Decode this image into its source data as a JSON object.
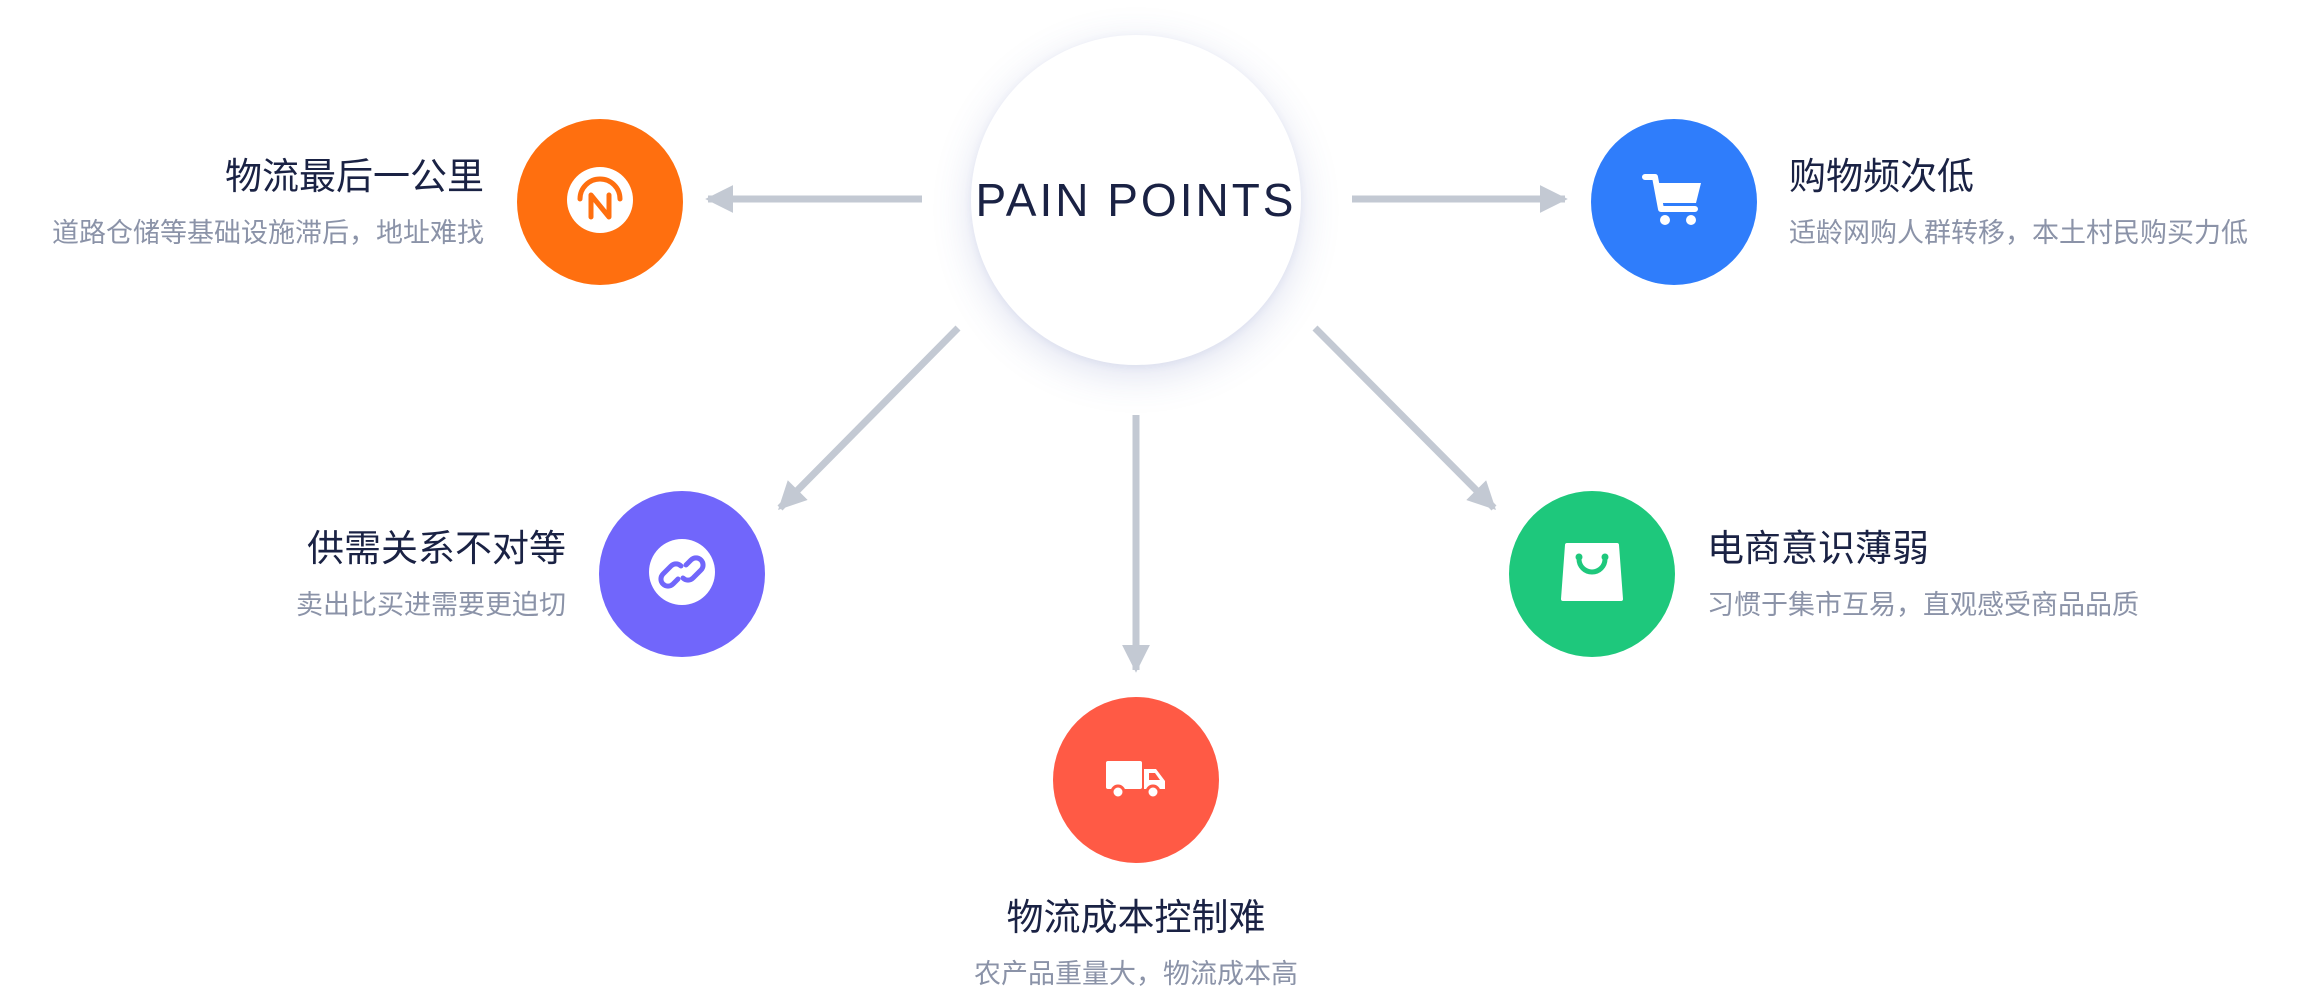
{
  "center": {
    "title": "PAIN POINTS"
  },
  "points": [
    {
      "key": "last-mile",
      "title": "物流最后一公里",
      "desc": "道路仓储等基础设施滞后，地址难找",
      "color": "#ff6f0f",
      "icon": "navigation-n-icon"
    },
    {
      "key": "shopping",
      "title": "购物频次低",
      "desc": "适龄网购人群转移，本土村民购买力低",
      "color": "#2f7dfb",
      "icon": "shopping-cart-icon"
    },
    {
      "key": "supply-demand",
      "title": "供需关系不对等",
      "desc": "卖出比买进需要更迫切",
      "color": "#7166fb",
      "icon": "link-icon"
    },
    {
      "key": "ecommerce",
      "title": "电商意识薄弱",
      "desc": "习惯于集市互易，直观感受商品品质",
      "color": "#1ec87c",
      "icon": "shopping-bag-icon"
    },
    {
      "key": "logistics-cost",
      "title": "物流成本控制难",
      "desc": "农产品重量大，物流成本高",
      "color": "#ff5a45",
      "icon": "truck-icon"
    }
  ],
  "arrow_color": "#c3c9d3"
}
